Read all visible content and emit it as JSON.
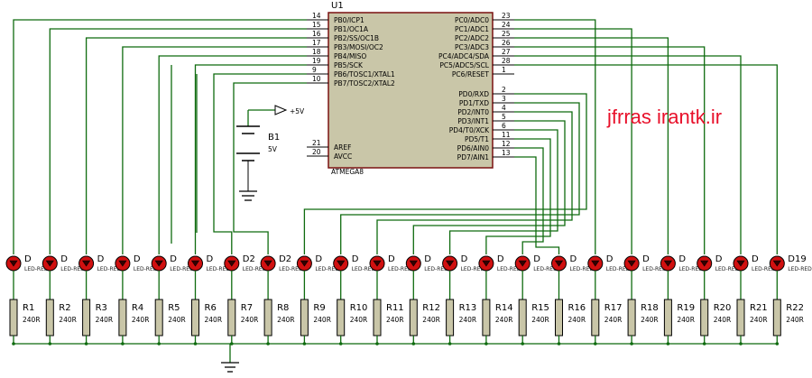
{
  "component": {
    "ref": "U1",
    "part": "ATMEGA8",
    "left_pins": [
      {
        "num": "14",
        "name": "PB0/ICP1"
      },
      {
        "num": "15",
        "name": "PB1/OC1A"
      },
      {
        "num": "16",
        "name": "PB2/SS/OC1B"
      },
      {
        "num": "17",
        "name": "PB3/MOSI/OC2"
      },
      {
        "num": "18",
        "name": "PB4/MISO"
      },
      {
        "num": "19",
        "name": "PB5/SCK"
      },
      {
        "num": "9",
        "name": "PB6/TOSC1/XTAL1"
      },
      {
        "num": "10",
        "name": "PB7/TOSC2/XTAL2"
      }
    ],
    "right_top_pins": [
      {
        "num": "23",
        "name": "PC0/ADC0"
      },
      {
        "num": "24",
        "name": "PC1/ADC1"
      },
      {
        "num": "25",
        "name": "PC2/ADC2"
      },
      {
        "num": "26",
        "name": "PC3/ADC3"
      },
      {
        "num": "27",
        "name": "PC4/ADC4/SDA"
      },
      {
        "num": "28",
        "name": "PC5/ADC5/SCL"
      },
      {
        "num": "1",
        "name": "PC6/RESET"
      }
    ],
    "right_bottom_pins": [
      {
        "num": "2",
        "name": "PD0/RXD"
      },
      {
        "num": "3",
        "name": "PD1/TXD"
      },
      {
        "num": "4",
        "name": "PD2/INT0"
      },
      {
        "num": "5",
        "name": "PD3/INT1"
      },
      {
        "num": "6",
        "name": "PD4/T0/XCK"
      },
      {
        "num": "11",
        "name": "PD5/T1"
      },
      {
        "num": "12",
        "name": "PD6/AIN0"
      },
      {
        "num": "13",
        "name": "PD7/AIN1"
      }
    ],
    "left_bottom_pins": [
      {
        "num": "21",
        "name": "AREF"
      },
      {
        "num": "20",
        "name": "AVCC"
      }
    ]
  },
  "battery": {
    "ref": "B1",
    "value": "5V",
    "rail_label": "+5V"
  },
  "leds": [
    {
      "ref": "D"
    },
    {
      "ref": "D"
    },
    {
      "ref": "D"
    },
    {
      "ref": "D"
    },
    {
      "ref": "D"
    },
    {
      "ref": "D"
    },
    {
      "ref": "D2"
    },
    {
      "ref": "D2"
    },
    {
      "ref": "D"
    },
    {
      "ref": "D"
    },
    {
      "ref": "D"
    },
    {
      "ref": "D"
    },
    {
      "ref": "D"
    },
    {
      "ref": "D"
    },
    {
      "ref": "D"
    },
    {
      "ref": "D"
    },
    {
      "ref": "D"
    },
    {
      "ref": "D"
    },
    {
      "ref": "D"
    },
    {
      "ref": "D"
    },
    {
      "ref": "D"
    },
    {
      "ref": "D19"
    }
  ],
  "led_sublabel": "LED-RED",
  "resistors": [
    {
      "ref": "R1",
      "value": "240R"
    },
    {
      "ref": "R2",
      "value": "240R"
    },
    {
      "ref": "R3",
      "value": "240R"
    },
    {
      "ref": "R4",
      "value": "240R"
    },
    {
      "ref": "R5",
      "value": "240R"
    },
    {
      "ref": "R6",
      "value": "240R"
    },
    {
      "ref": "R7",
      "value": "240R"
    },
    {
      "ref": "R8",
      "value": "240R"
    },
    {
      "ref": "R9",
      "value": "240R"
    },
    {
      "ref": "R10",
      "value": "240R"
    },
    {
      "ref": "R11",
      "value": "240R"
    },
    {
      "ref": "R12",
      "value": "240R"
    },
    {
      "ref": "R13",
      "value": "240R"
    },
    {
      "ref": "R14",
      "value": "240R"
    },
    {
      "ref": "R15",
      "value": "240R"
    },
    {
      "ref": "R16",
      "value": "240R"
    },
    {
      "ref": "R17",
      "value": "240R"
    },
    {
      "ref": "R18",
      "value": "240R"
    },
    {
      "ref": "R19",
      "value": "240R"
    },
    {
      "ref": "R20",
      "value": "240R"
    },
    {
      "ref": "R21",
      "value": "240R"
    },
    {
      "ref": "R22",
      "value": "240R"
    }
  ],
  "watermark": "jfrras irantk.ir",
  "colors": {
    "wire": "#0f6b0f",
    "chip_fill": "#c9c6a8",
    "chip_border": "#7a1010",
    "led_fill": "#d01010",
    "resistor_fill": "#c9c6a8",
    "watermark": "#e8102a"
  }
}
